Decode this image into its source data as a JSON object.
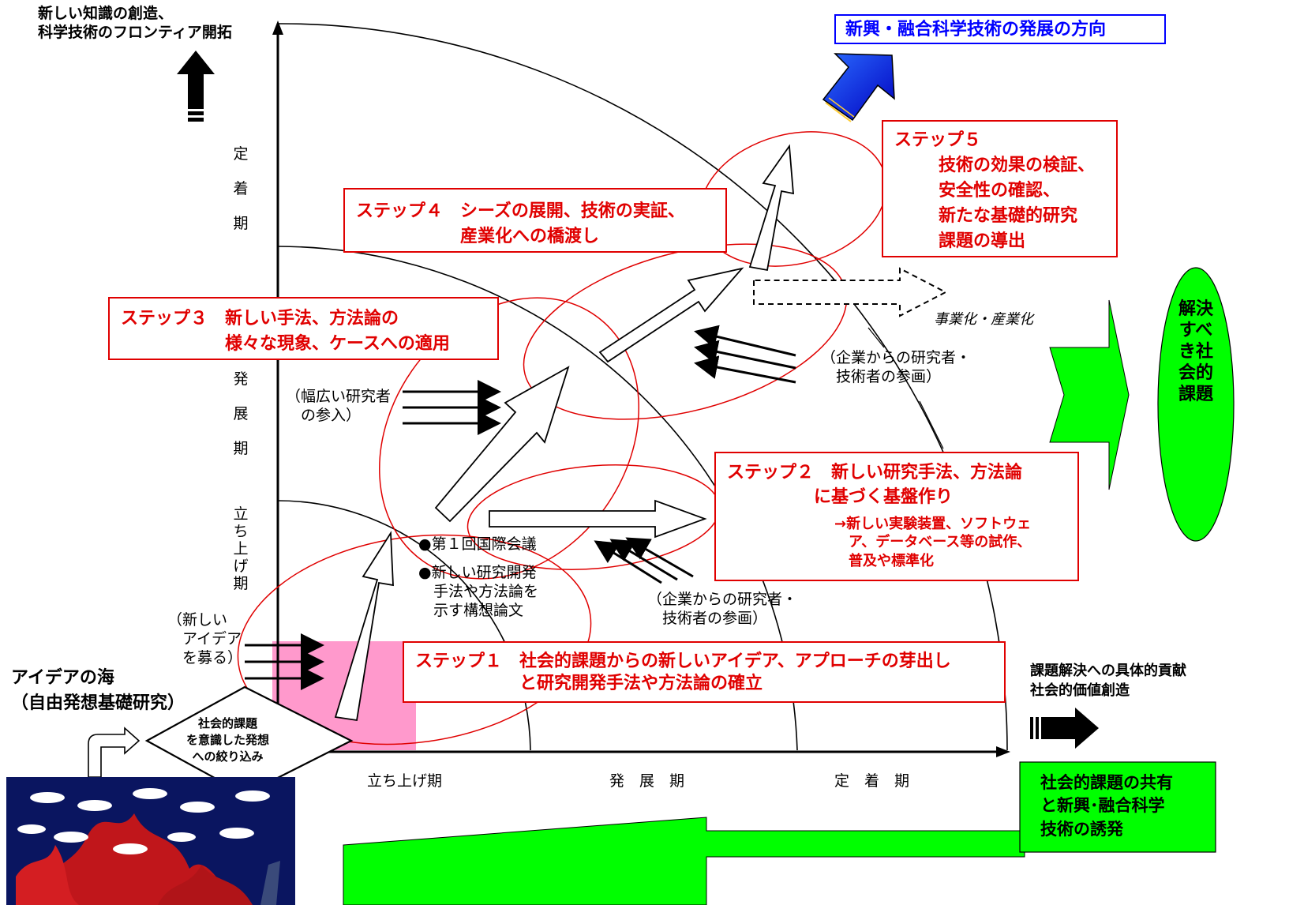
{
  "top_left_goal": "新しい知識の創造、\n科学技術のフロンティア開拓",
  "top_right_direction": "新興・融合科学技術の発展の方向",
  "y_axis_phases": {
    "teichaku": [
      "定",
      "着",
      "期"
    ],
    "hatten": [
      "発",
      "展",
      "期"
    ],
    "tachiage": [
      "立",
      "ち",
      "上",
      "げ",
      "期"
    ]
  },
  "x_axis_phases": {
    "tachiage": "立ち上げ期",
    "hatten": "発　展　期",
    "teichaku": "定　着　期"
  },
  "steps": {
    "step1": "ステップ１　社会的課題からの新しいアイデア、アプローチの芽出し\n　　　　　　と研究開発手法や方法論の確立",
    "step2_title": "ステップ２　新しい研究手法、方法論\n　　　　　に基づく基盤作り",
    "step2_sub": "→新しい実験装置、ソフトウェ\n　ア、データベース等の試作、\n　普及や標準化",
    "step3": "ステップ３　新しい手法、方法論の\n　　　　　　様々な現象、ケースへの適用",
    "step4": "ステップ４　シーズの展開、技術の実証、\n　　　　　　産業化への橋渡し",
    "step5_title": "ステップ５",
    "step5_body": "技術の効果の検証、\n安全性の確認、\n新たな基礎的研究\n課題の導出"
  },
  "annotations": {
    "new_ideas": "（新しい\n　アイデア\n　を募る）",
    "broad_researchers": "（幅広い研究者\n　の参入）",
    "industry_researchers_1": "（企業からの研究者・\n　技術者の参画）",
    "industry_researchers_2": "（企業からの研究者・\n　技術者の参画）",
    "conference": "●第１回国際会議",
    "concept_paper": "●新しい研究開発\n　手法や方法論を\n　示す構想論文",
    "commercialization": "事業化・産業化"
  },
  "sea_of_ideas": "アイデアの海\n（自由発想基礎研究）",
  "diamond": "社会的課題\nを意識した発想\nへの絞り込み",
  "societal_issue": "解決すべき社会的課題",
  "contribution": "課題解決への具体的貢献\n社会的価値創造",
  "shared_issue": "社会的課題の共有\nと新興･融合科学\n技術の誘発",
  "colors": {
    "red": "#e00000",
    "green": "#00ff00",
    "blue": "#0000ff",
    "pink": "#ff99cc",
    "navy": "#0a1560"
  }
}
